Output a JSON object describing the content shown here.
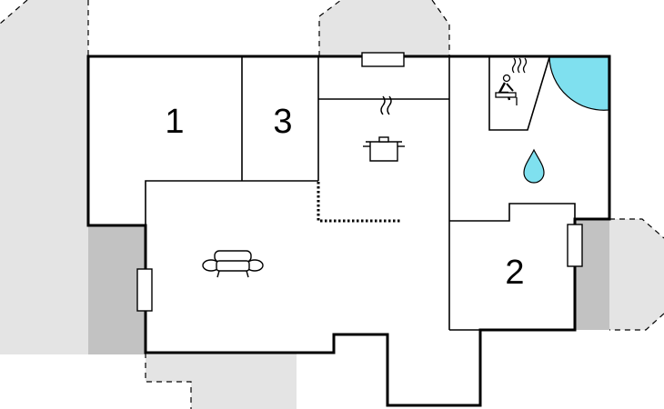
{
  "rooms": [
    {
      "id": "bedroom-1",
      "label": "1"
    },
    {
      "id": "bedroom-2",
      "label": "2"
    },
    {
      "id": "bedroom-3",
      "label": "3"
    }
  ],
  "icons": {
    "kitchen": "cooking-pot-icon",
    "sofa": "sofa-icon",
    "sauna": "sauna-person-icon",
    "bathroom": "water-drop-icon",
    "door_swing": "door-swing-icon"
  },
  "colors": {
    "wall": "#000000",
    "terrace_light": "#e4e4e4",
    "terrace_dark": "#c2c2c2",
    "water": "#7fe0ef",
    "shower_door": "#a8eaf4"
  }
}
